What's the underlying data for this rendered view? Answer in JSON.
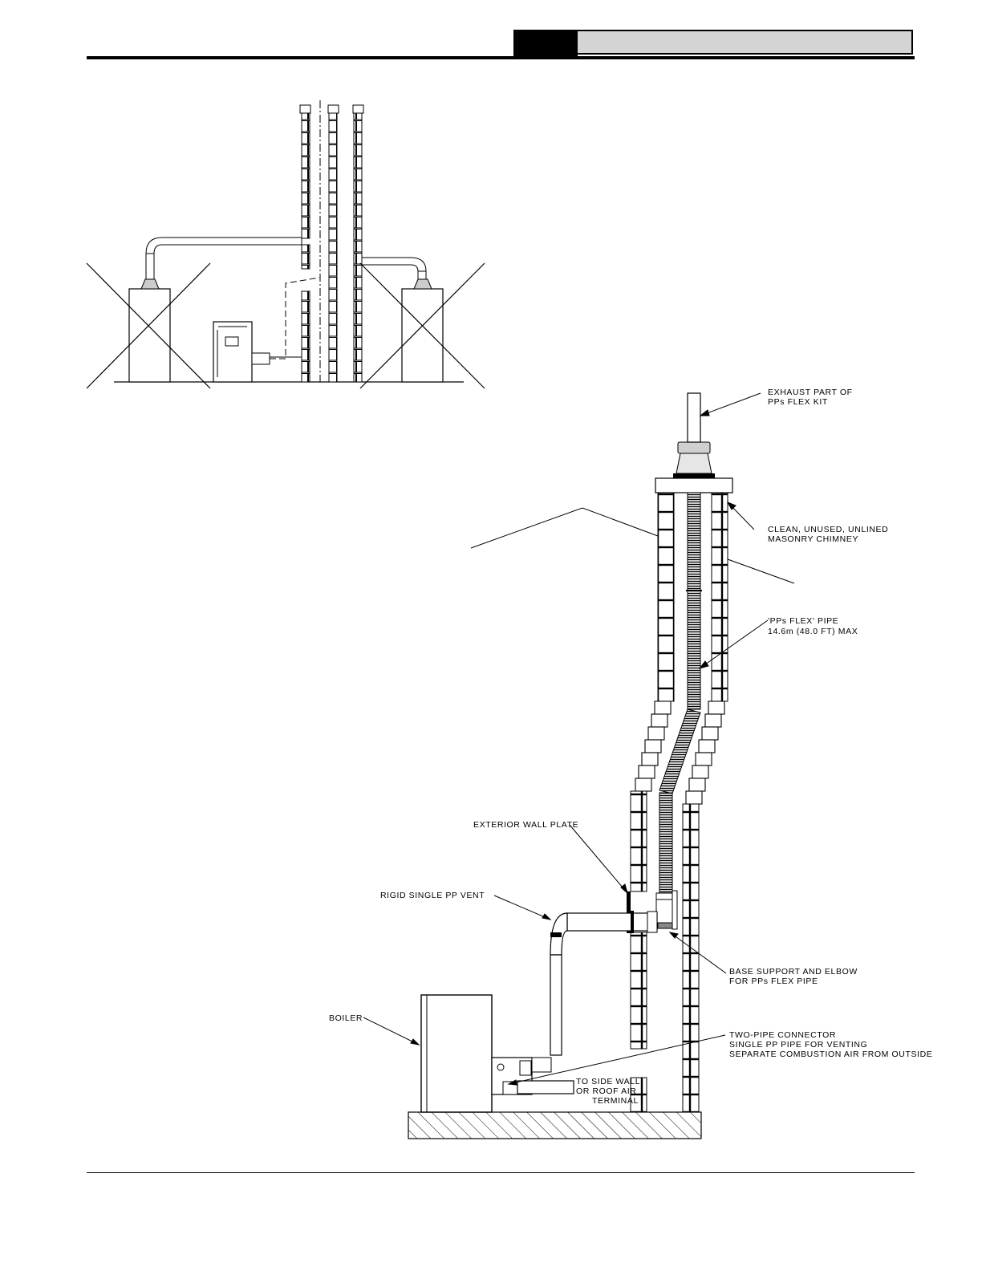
{
  "labels": {
    "exhaust": [
      "EXHAUST PART OF",
      "PPs FLEX KIT"
    ],
    "chimney": [
      "CLEAN, UNUSED, UNLINED",
      "MASONRY CHIMNEY"
    ],
    "flex_pipe": [
      "'PPs FLEX' PIPE",
      "14.6m (48.0 FT) MAX"
    ],
    "wall_plate": "EXTERIOR WALL PLATE",
    "rigid_vent": "RIGID SINGLE PP VENT",
    "base_support": [
      "BASE SUPPORT AND ELBOW",
      "FOR PPs FLEX PIPE"
    ],
    "boiler": "BOILER",
    "two_pipe": [
      "TWO-PIPE CONNECTOR",
      "SINGLE PP PIPE FOR VENTING",
      "SEPARATE COMBUSTION AIR FROM OUTSIDE"
    ],
    "side_wall": [
      "TO SIDE WALL",
      "OR ROOF AIR",
      "TERMINAL"
    ]
  }
}
